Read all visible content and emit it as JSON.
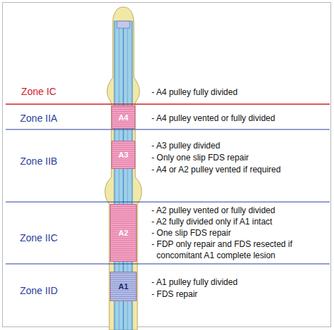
{
  "diagram": {
    "nodes": [
      {
        "text": [
          "A4"
        ]
      },
      {
        "text": [
          "A3"
        ]
      },
      {
        "text": [
          "A2"
        ]
      },
      {
        "text": [
          "A1"
        ]
      }
    ],
    "labels": [
      "Zone IC",
      "- A4 pulley fully divided",
      "Zone IIA",
      "- A4 pulley vented or fully divided",
      "Zone IIB",
      "- A3 pulley divided",
      "- Only one slip FDS repair",
      "- A4 or A2 pulley vented if required",
      "Zone IIC",
      "- A2 pulley vented or fully divided",
      "- A2 fully divided only if A1 intact",
      "- One slip FDS repair",
      "- FDP only repair and FDS resected if concomitant A1 complete lesion",
      "Zone IID",
      "- A1 pulley fully divided",
      "- FDS repair"
    ]
  }
}
